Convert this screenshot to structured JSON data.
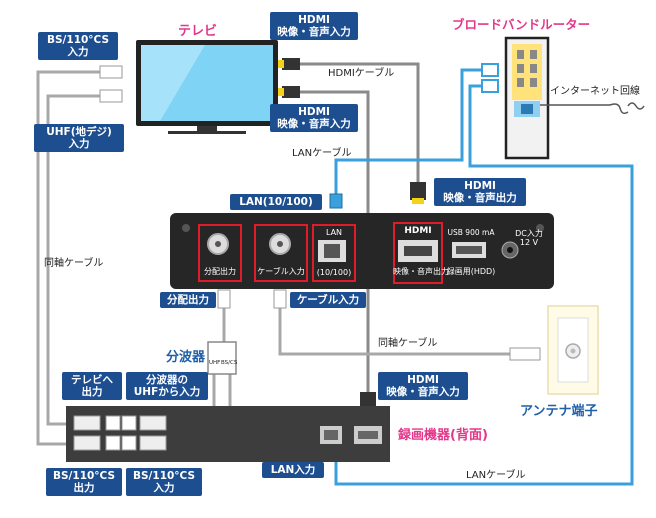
{
  "titles": {
    "tv": "テレビ",
    "router": "ブロードバンドルーター",
    "splitter": "分波器",
    "recorder": "録画機器(背面)",
    "antenna": "アンテナ端子"
  },
  "cables": {
    "hdmi": "HDMIケーブル",
    "lan_top": "LANケーブル",
    "lan_bottom": "LANケーブル",
    "coax_left": "同軸ケーブル",
    "coax_right": "同軸ケーブル",
    "internet": "インターネット回線"
  },
  "tags": {
    "tv_hdmi_in_1": [
      "HDMI",
      "映像・音声入力"
    ],
    "tv_hdmi_in_2": [
      "HDMI",
      "映像・音声入力"
    ],
    "bs_in": [
      "BS/110°CS",
      "入力"
    ],
    "uhf_in": [
      "UHF(地デジ)",
      "入力"
    ],
    "lan_port": [
      "LAN(10/100)"
    ],
    "hdmi_out": [
      "HDMI",
      "映像・音声出力"
    ],
    "split_out": [
      "分配出力"
    ],
    "cable_in": [
      "ケーブル入力"
    ],
    "to_tv_out": [
      "テレビへ",
      "出力"
    ],
    "from_uhf": [
      "分波器の",
      "UHFから入力"
    ],
    "rec_hdmi_in": [
      "HDMI",
      "映像・音声入力"
    ],
    "lan_in": [
      "LAN入力"
    ],
    "bs_out": [
      "BS/110°CS",
      "出力"
    ],
    "bs_in2": [
      "BS/110°CS",
      "入力"
    ]
  },
  "box_ports": {
    "split_out": "分配出力",
    "cable_in": "ケーブル入力",
    "lan": "LAN",
    "lan_speed": "(10/100)",
    "hdmi_logo": "HDMI",
    "hdmi_out": "映像・音声出力",
    "usb": "USB 900 mA",
    "usb_rec": "録画用(HDD)",
    "dc": "DC入力",
    "dc_v": "12 V"
  },
  "splitter_marks": [
    "UHF",
    "BS/CS"
  ],
  "colors": {
    "pink": "#e2378a",
    "tag_blue": "#1d4e8f",
    "title_blue": "#1f5ea8",
    "hdmi_cable": "#8a8a8a",
    "lan_cable": "#3aa0dc",
    "coax_cable": "#a8a8a8",
    "red_frame": "#e01b2a",
    "box_dark": "#262626"
  }
}
